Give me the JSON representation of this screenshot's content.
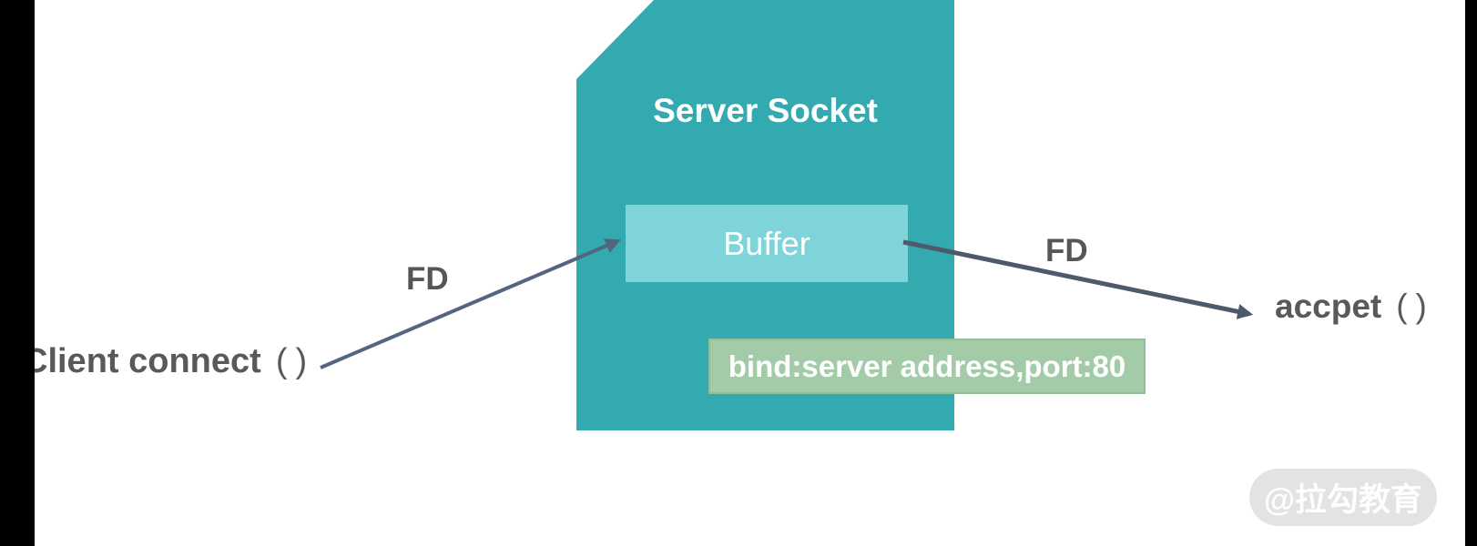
{
  "diagram": {
    "server_socket": {
      "title": "Server Socket"
    },
    "buffer": {
      "label": "Buffer"
    },
    "bind_label": {
      "text": "bind:server address,port:80"
    },
    "client_endpoint": {
      "text": "Client connect",
      "parens": "()"
    },
    "accept_endpoint": {
      "text": "accpet",
      "parens": "()"
    },
    "fd_left": {
      "label": "FD"
    },
    "fd_right": {
      "label": "FD"
    }
  },
  "watermark": {
    "text": "@拉勾教育"
  },
  "colors": {
    "socket_teal": "#32aaaf",
    "buffer_teal": "#7ed4d8",
    "bind_green": "#a3cba8",
    "bind_green_border": "#90bf99",
    "arrow_left": "#54667f",
    "arrow_right": "#4d5a6b",
    "label_gray": "#58595b",
    "edge_bar_black": "#000000",
    "watermark_bg": "#e3e3e6"
  }
}
